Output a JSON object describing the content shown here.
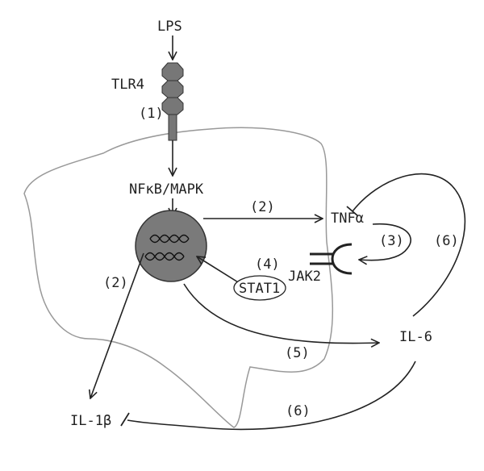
{
  "labels": {
    "lps": "LPS",
    "tlr4": "TLR4",
    "nfkb_mapk": "NFκB/MAPK",
    "tnf_alpha": "TNFα",
    "jak2": "JAK2",
    "stat1": "STAT1",
    "il6": "IL-6",
    "il1b": "IL-1β"
  },
  "steps": {
    "s1": "(1)",
    "s2_tnf": "(2)",
    "s2_il1b": "(2)",
    "s3": "(3)",
    "s4": "(4)",
    "s5": "(5)",
    "s6_tnf": "(6)",
    "s6_il1b": "(6)"
  },
  "colors": {
    "receptor": "#777777",
    "nucleus": "#7a7a7a",
    "outline": "#222222",
    "cell_outline": "#999999"
  }
}
